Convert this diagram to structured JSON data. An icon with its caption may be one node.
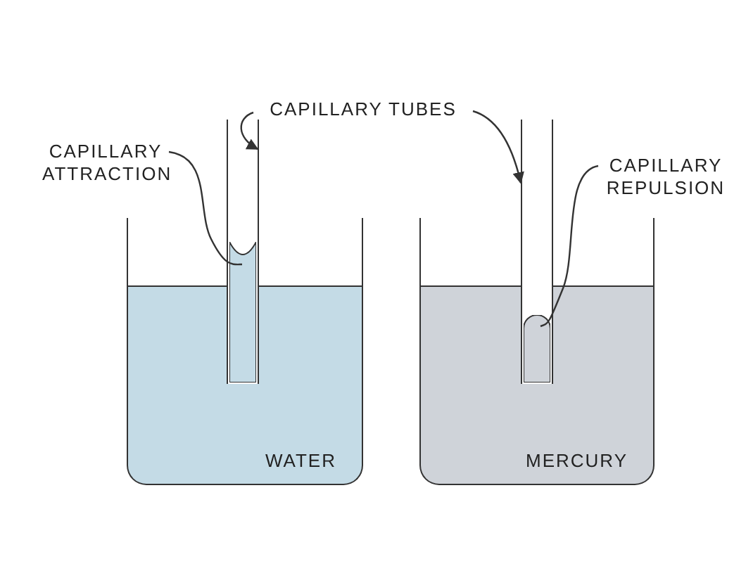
{
  "diagram": {
    "nodes": [
      {
        "text": [
          "CAPILLARY TUBES"
        ]
      },
      {
        "text": [],
        "shape": "box"
      },
      {
        "text": [],
        "shape": "box"
      },
      {
        "text": [
          "CAPILLARY ATTRACTION"
        ]
      },
      {
        "text": [],
        "shape": "bar"
      },
      {
        "text": [
          "CAPILLARY REPULSION"
        ]
      },
      {
        "text": [],
        "shape": "bar"
      },
      {
        "text": [
          "WATER"
        ]
      },
      {
        "text": [
          "MERCURY"
        ]
      }
    ],
    "edges": [
      {
        "from": 0,
        "to": 1,
        "arrow": "to"
      },
      {
        "from": 0,
        "to": 2,
        "arrow": "to"
      },
      {
        "from": 3,
        "to": 4,
        "arrow": "none"
      },
      {
        "from": 5,
        "to": 6,
        "arrow": "none"
      }
    ]
  }
}
